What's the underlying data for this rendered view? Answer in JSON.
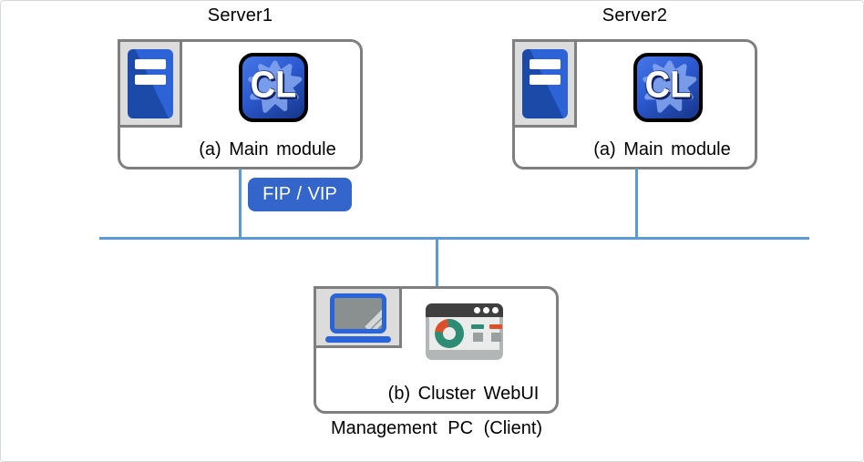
{
  "servers": [
    {
      "title": "Server1",
      "module_label": "(a) Main module",
      "app_badge": "CL"
    },
    {
      "title": "Server2",
      "module_label": "(a) Main module",
      "app_badge": "CL"
    }
  ],
  "network": {
    "fip_label": "FIP / VIP"
  },
  "management": {
    "module_label": "(b) Cluster WebUI",
    "caption": "Management PC (Client)"
  },
  "icons": {
    "server": "server-tower-icon",
    "cl_app": "cl-cluster-app-icon",
    "laptop": "laptop-icon",
    "webui": "webui-browser-window-icon"
  },
  "colors": {
    "box_border": "#7f7f7f",
    "network_line": "#5b9bd5",
    "fip_badge": "#3365cb",
    "server_blue": "#1c4aa9",
    "cl_icon_blue": "#2c59cf",
    "webui_teal": "#2f8c74",
    "webui_red": "#dd4f28"
  }
}
